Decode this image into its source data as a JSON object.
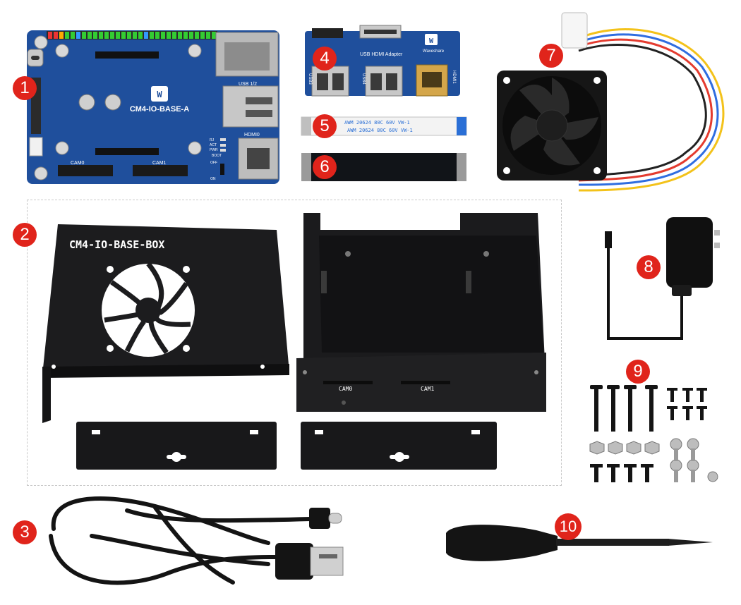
{
  "board": {
    "name": "CM4-IO-BASE-A",
    "brand": "Waveshare",
    "usb_label": "USB 1/2",
    "hdmi_label": "HDMI0",
    "cam0": "CAM0",
    "cam1": "CAM1",
    "led1": "RJ",
    "led2": "ACT",
    "led3": "PWR",
    "boot": "BOOT",
    "off": "OFF",
    "on": "ON"
  },
  "adapter": {
    "title": "USB HDMI Adapter",
    "brand": "Waveshare",
    "usb3": "USB3",
    "usb4": "USB4",
    "hdmi1": "HDMI1"
  },
  "cable_text_1": "AWM  20624  80C  60V  VW-1",
  "cable_text_2": "AWM  20624  80C  60V  VW-1",
  "case": {
    "lid_label": "CM4-IO-BASE-BOX",
    "cam0": "CAM0",
    "cam1": "CAM1"
  },
  "badges": {
    "b1": "1",
    "b2": "2",
    "b3": "3",
    "b4": "4",
    "b5": "5",
    "b6": "6",
    "b7": "7",
    "b8": "8",
    "b9": "9",
    "b10": "10"
  },
  "colors": {
    "badge": "#e0241b",
    "board_blue": "#1f4f9c",
    "metal_black": "#1c1c1e"
  }
}
